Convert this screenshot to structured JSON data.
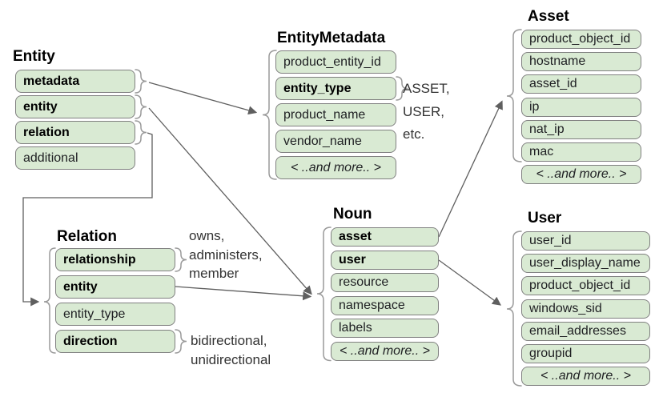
{
  "colors": {
    "row_fill": "#d9ead3",
    "row_border": "#808080",
    "brace": "#9a9a9a",
    "arrow": "#5f5f5f",
    "text": "#202124",
    "bold_text": "#000000",
    "annotation": "#333333",
    "bg": "#ffffff"
  },
  "boxes": {
    "entity": {
      "title": "Entity",
      "rows": [
        {
          "label": "metadata"
        },
        {
          "label": "entity"
        },
        {
          "label": "relation"
        },
        {
          "label": "additional"
        }
      ]
    },
    "entity_metadata": {
      "title": "EntityMetadata",
      "rows": [
        {
          "label": "product_entity_id"
        },
        {
          "label": "entity_type"
        },
        {
          "label": "product_name"
        },
        {
          "label": "vendor_name"
        },
        {
          "label": "< ..and more.. >"
        }
      ]
    },
    "relation": {
      "title": "Relation",
      "rows": [
        {
          "label": "relationship"
        },
        {
          "label": "entity"
        },
        {
          "label": "entity_type"
        },
        {
          "label": "direction"
        }
      ]
    },
    "noun": {
      "title": "Noun",
      "rows": [
        {
          "label": "asset"
        },
        {
          "label": "user"
        },
        {
          "label": "resource"
        },
        {
          "label": "namespace"
        },
        {
          "label": "labels"
        },
        {
          "label": "< ..and more.. >"
        }
      ]
    },
    "asset": {
      "title": "Asset",
      "rows": [
        {
          "label": "product_object_id"
        },
        {
          "label": "hostname"
        },
        {
          "label": "asset_id"
        },
        {
          "label": "ip"
        },
        {
          "label": "nat_ip"
        },
        {
          "label": "mac"
        },
        {
          "label": "< ..and more.. >"
        }
      ]
    },
    "user": {
      "title": "User",
      "rows": [
        {
          "label": "user_id"
        },
        {
          "label": "user_display_name"
        },
        {
          "label": "product_object_id"
        },
        {
          "label": "windows_sid"
        },
        {
          "label": "email_addresses"
        },
        {
          "label": "groupid"
        },
        {
          "label": "< ..and more.. >"
        }
      ]
    }
  },
  "annotations": {
    "entity_type_values": {
      "lines": [
        "ASSET,",
        "USER,",
        "etc."
      ]
    },
    "relationship_values": {
      "lines": [
        "owns,",
        "administers,",
        "member"
      ]
    },
    "direction_values": {
      "lines": [
        "bidirectional,",
        "unidirectional"
      ]
    }
  }
}
